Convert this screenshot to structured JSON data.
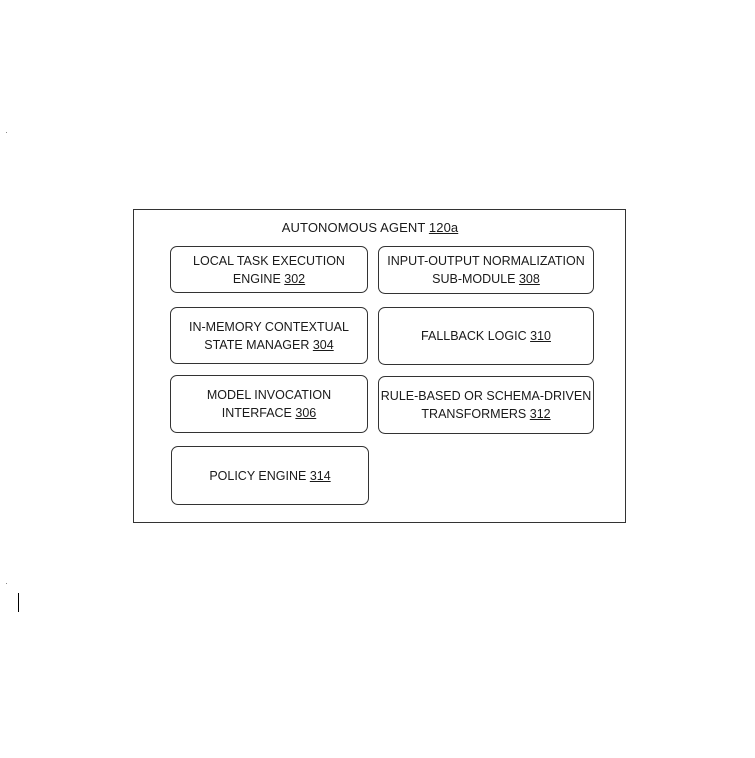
{
  "diagram": {
    "title": {
      "text": "AUTONOMOUS AGENT ",
      "ref": "120a"
    },
    "modules": [
      {
        "id": "302",
        "line1": "LOCAL TASK EXECUTION",
        "line2": "ENGINE ",
        "ref": "302"
      },
      {
        "id": "308",
        "line1": "INPUT-OUTPUT NORMALIZATION",
        "line2": "SUB-MODULE ",
        "ref": "308"
      },
      {
        "id": "304",
        "line1": "IN-MEMORY CONTEXTUAL",
        "line2": "STATE MANAGER ",
        "ref": "304"
      },
      {
        "id": "310",
        "line1": "",
        "line2": "FALLBACK LOGIC ",
        "ref": "310"
      },
      {
        "id": "306",
        "line1": "MODEL INVOCATION",
        "line2": "INTERFACE ",
        "ref": "306"
      },
      {
        "id": "312",
        "line1": "RULE-BASED OR SCHEMA-DRIVEN",
        "line2": "TRANSFORMERS ",
        "ref": "312"
      },
      {
        "id": "314",
        "line1": "",
        "line2": "POLICY ENGINE ",
        "ref": "314"
      }
    ]
  }
}
